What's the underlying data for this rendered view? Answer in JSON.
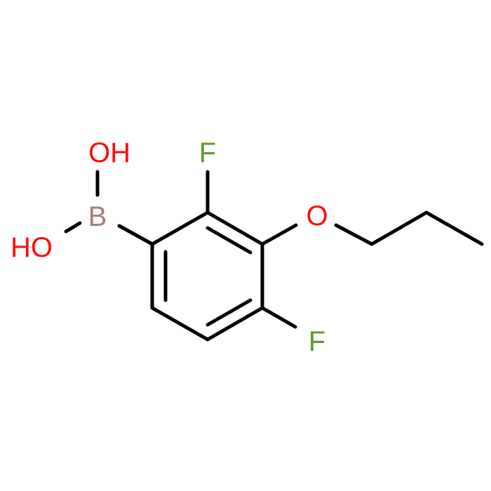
{
  "molecule": {
    "atoms": {
      "oh_top": "OH",
      "ho_left": "HO",
      "boron": "B",
      "fluorine_top": "F",
      "oxygen_ether": "O",
      "fluorine_bottom": "F"
    }
  },
  "colors": {
    "oxygen": "#ff0d0d",
    "boron": "#a87c7c",
    "fluorine": "#5f9a2e",
    "bond": "#000000",
    "background": "#ffffff"
  }
}
